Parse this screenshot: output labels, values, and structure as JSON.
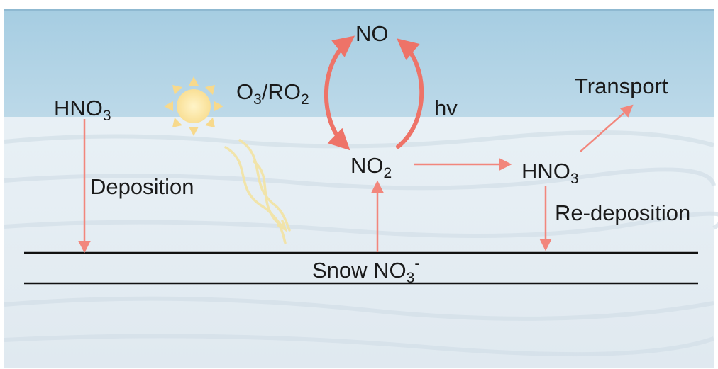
{
  "labels": {
    "hno3_left": {
      "base": "HNO",
      "sub": "3"
    },
    "deposition": "Deposition",
    "no": "NO",
    "oxidants": {
      "o": "O",
      "o_sub": "3",
      "mid": "/RO",
      "mid_sub": "2"
    },
    "hv": "hv",
    "no2": {
      "base": "NO",
      "sub": "2"
    },
    "transport": "Transport",
    "hno3_right": {
      "base": "HNO",
      "sub": "3"
    },
    "redeposition": "Re-deposition",
    "snow_nitrate": {
      "base": "Snow NO",
      "sub": "3",
      "sup": "-"
    }
  },
  "colors": {
    "arrow": "#f2867c",
    "cycle_arrow": "#ee7368",
    "sun": "#fbe7a6",
    "sun_rays": "#f7d98c",
    "light_rays": "#f3e3a3",
    "snow_line": "#111111",
    "sky_top": "#a6cde2",
    "sky_bottom": "#e8f1f6",
    "snow": "#eef3f7"
  },
  "icons": [
    "sun-icon",
    "sunlight-rays-icon"
  ]
}
